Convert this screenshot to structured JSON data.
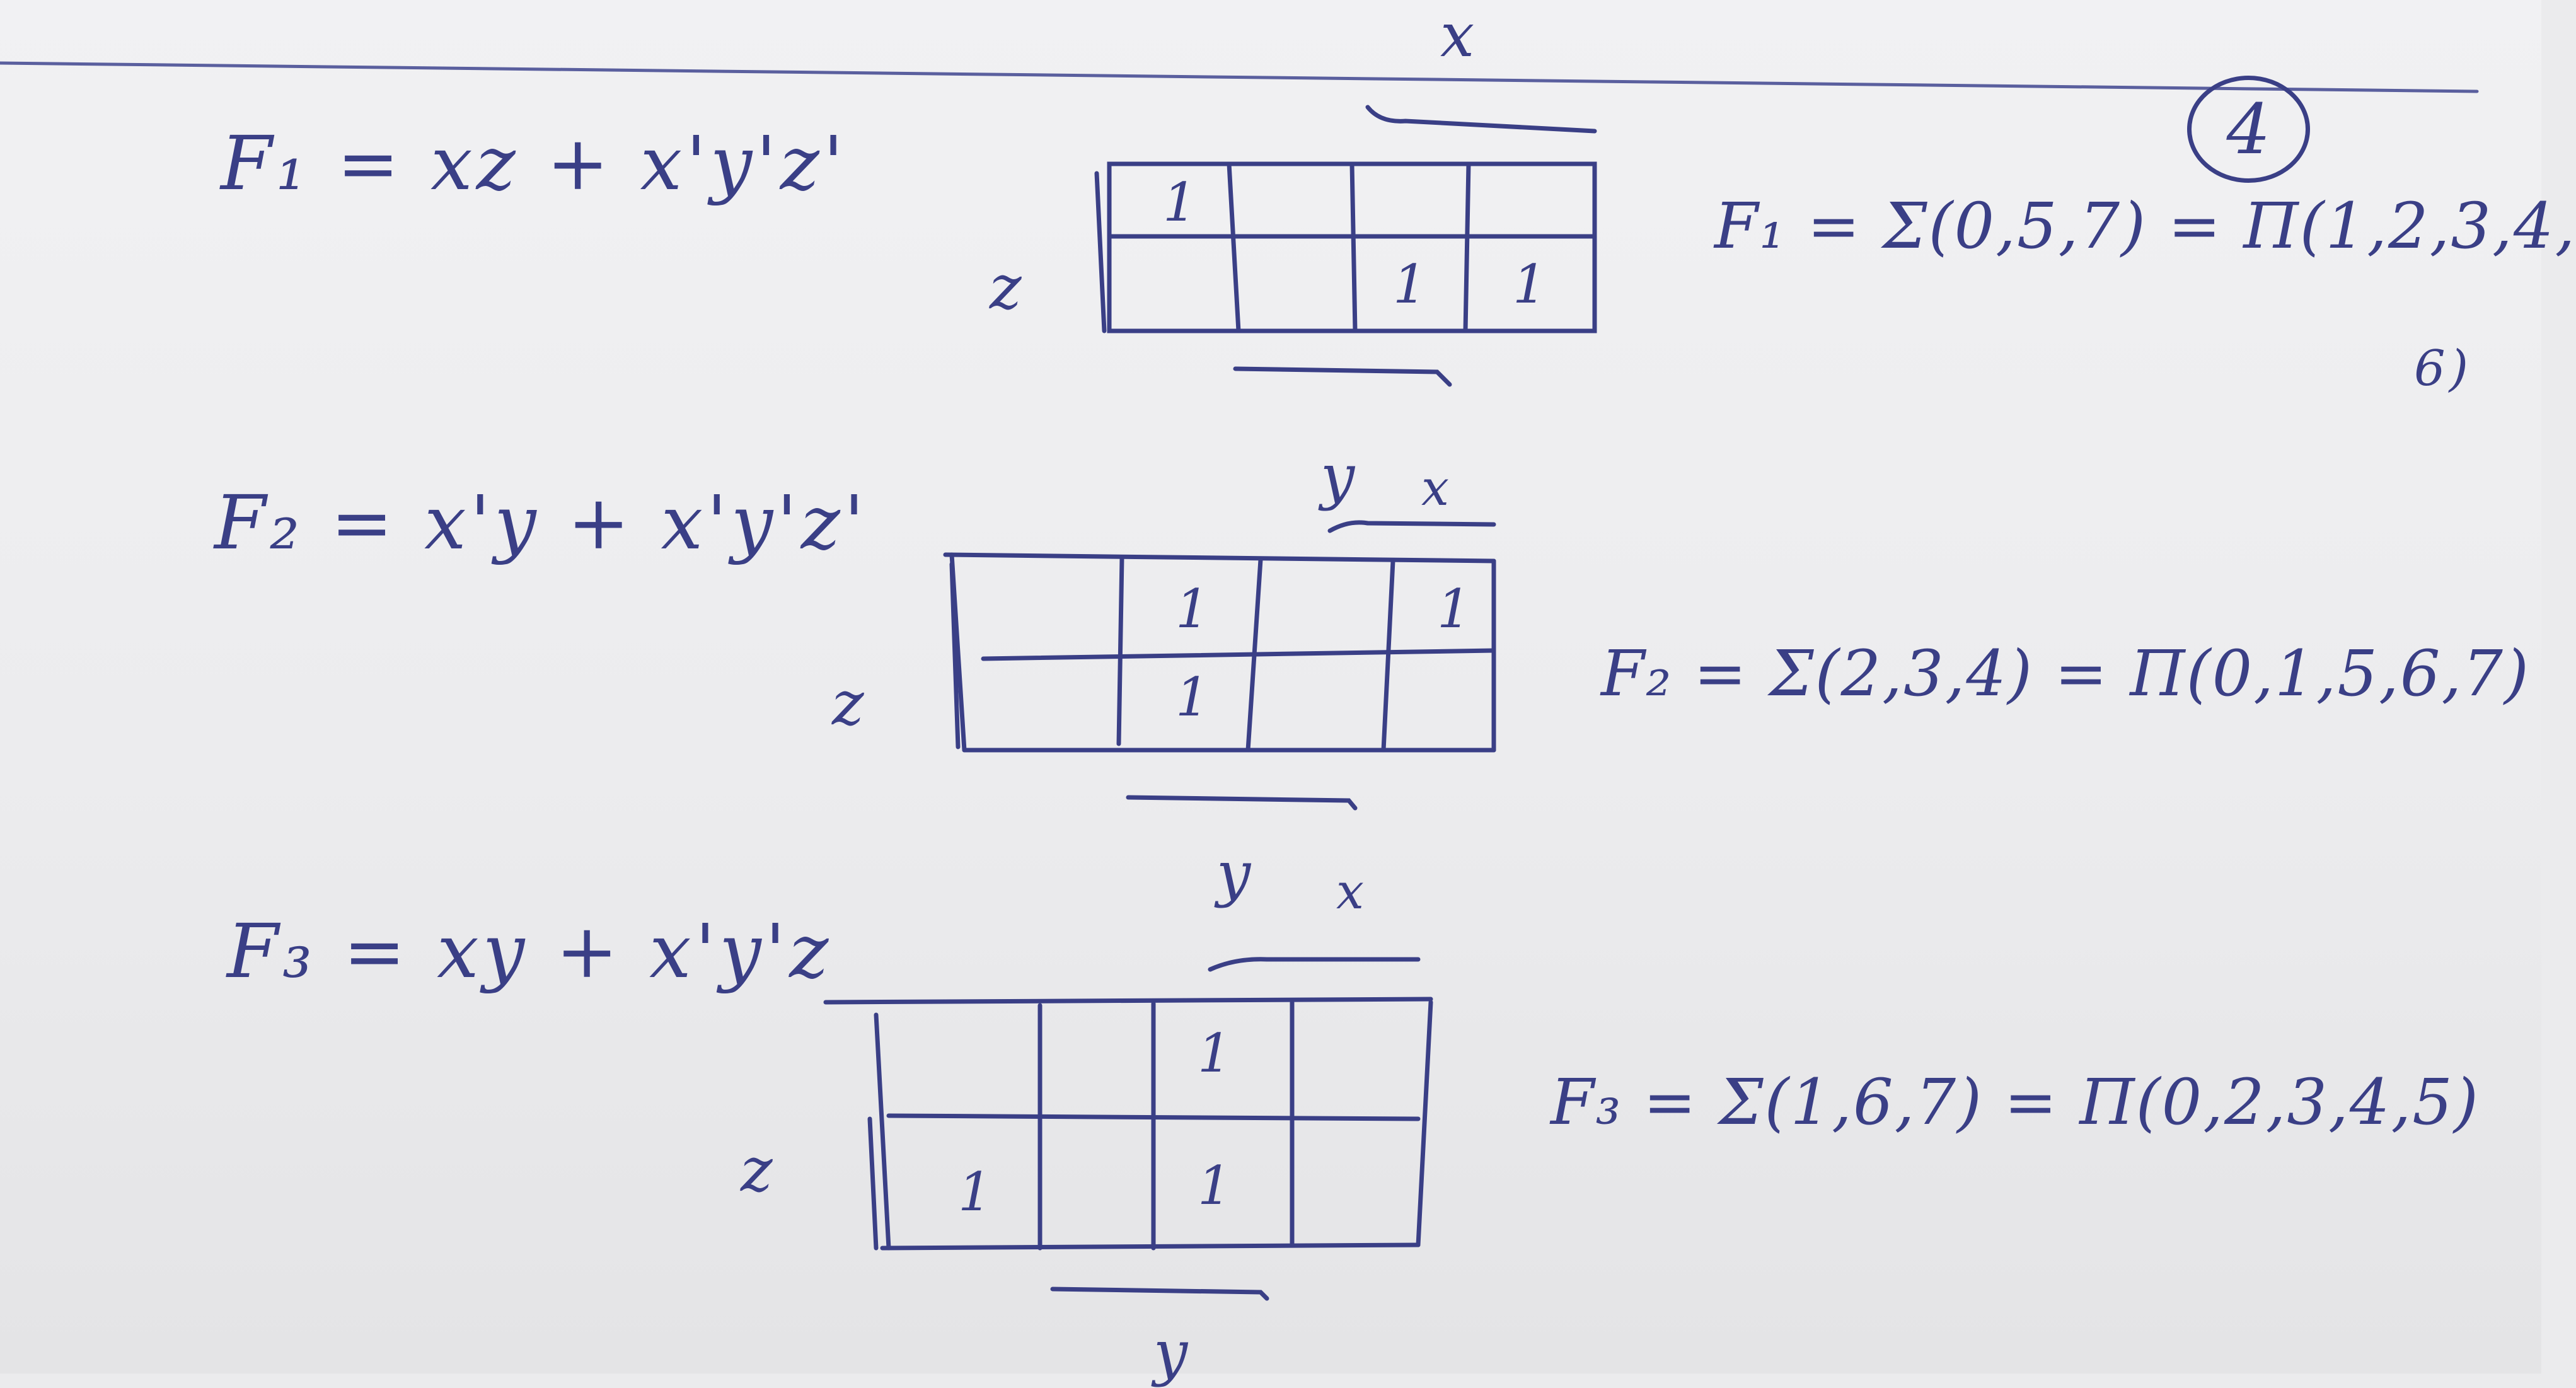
{
  "page_number": "4",
  "functions": [
    {
      "id": "F1",
      "expression": "F₁ = xz + x'y'z'",
      "result_line1": "F₁ = Σ(0,5,7) = Π(1,2,3,4,",
      "result_line2": "6)",
      "var_top": "x",
      "var_left": "z",
      "var_bottom": "",
      "cells": [
        [
          "1",
          "",
          "",
          ""
        ],
        [
          "",
          "",
          "1",
          "1"
        ]
      ]
    },
    {
      "id": "F2",
      "expression": "F₂ = x'y + x'y'z'",
      "result_line1": "F₂ = Σ(2,3,4) = Π(0,1,5,6,7)",
      "var_top": "x",
      "var_top2": "y",
      "var_left": "z",
      "cells": [
        [
          "",
          "1",
          "",
          "1"
        ],
        [
          "",
          "1",
          "",
          ""
        ]
      ]
    },
    {
      "id": "F3",
      "expression": "F₃ = xy + x'y'z",
      "result_line1": "F₃ = Σ(1,6,7) = Π(0,2,3,4,5)",
      "var_top": "x",
      "var_top2": "y",
      "var_left": "z",
      "var_bottom": "y",
      "cells": [
        [
          "",
          "",
          "1",
          ""
        ],
        [
          "1",
          "",
          "1",
          ""
        ]
      ]
    }
  ]
}
